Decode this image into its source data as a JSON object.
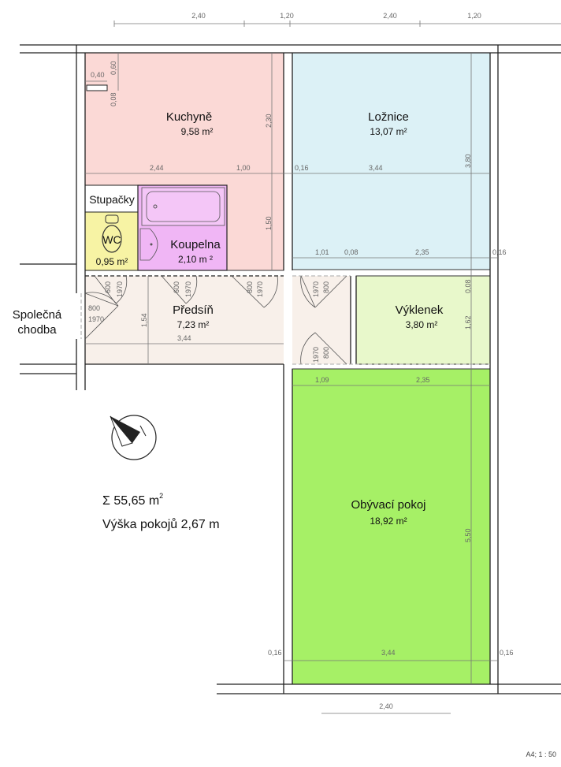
{
  "colors": {
    "kitchen": "#fbd9d6",
    "bedroom": "#dcf1f6",
    "bath": "#f0b6f5",
    "wc": "#f7f3a4",
    "hall": "#f8f0ea",
    "alcove": "#e8f8cb",
    "living": "#a6f066"
  },
  "rooms": {
    "kitchen": {
      "name": "Kuchyně",
      "area": "9,58 m²"
    },
    "bedroom": {
      "name": "Ložnice",
      "area": "13,07 m²"
    },
    "risers": {
      "name": "Stupačky"
    },
    "wc": {
      "name": "WC",
      "area": "0,95 m²"
    },
    "bath": {
      "name": "Koupelna",
      "area": "2,10 m ²"
    },
    "hall": {
      "name": "Předsíň",
      "area": "7,23 m²"
    },
    "alcove": {
      "name": "Výklenek",
      "area": "3,80 m²"
    },
    "living": {
      "name": "Obývací pokoj",
      "area": "18,92 m²"
    },
    "corridor": {
      "name1": "Společná",
      "name2": "chodba"
    }
  },
  "dims": {
    "top": [
      "2,40",
      "1,20",
      "2,40",
      "1,20"
    ],
    "bottom": "2,40",
    "k_040": "0,40",
    "k_060": "0,60",
    "k_008": "0,08",
    "k_230": "2,30",
    "k_150": "1,50",
    "row1": [
      "2,44",
      "1,00",
      "0,16",
      "3,44",
      "3,80"
    ],
    "row2": [
      "1,01",
      "0,08",
      "2,35",
      "0,16"
    ],
    "hall_154": "1,54",
    "hall_344": "3,44",
    "alc_008": "0,08",
    "alc_162": "1,62",
    "row3": [
      "1,09",
      "2,35"
    ],
    "liv_550": "5,50",
    "row4": [
      "0,16",
      "3,44",
      "0,16"
    ],
    "doors": {
      "w600": "600",
      "w800": "800",
      "h1970": "1970"
    }
  },
  "summary": {
    "total": "Σ 55,65 m",
    "total_sup": "2",
    "height": "Výška pokojů 2,67 m"
  },
  "scale": "A4; 1 : 50"
}
